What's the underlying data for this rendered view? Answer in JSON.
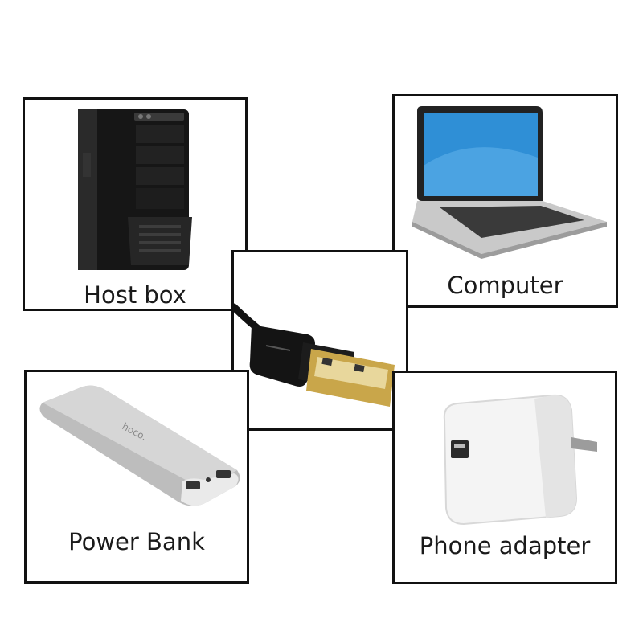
{
  "panels": {
    "host_box": {
      "label": "Host box",
      "icon": "desktop-tower-icon"
    },
    "computer": {
      "label": "Computer",
      "icon": "laptop-icon"
    },
    "usb_cable": {
      "icon": "usb-a-connector-icon"
    },
    "power_bank": {
      "label": "Power Bank",
      "icon": "power-bank-icon",
      "brand": "hoco."
    },
    "phone_adapter": {
      "label": "Phone adapter",
      "icon": "wall-charger-icon"
    }
  },
  "colors": {
    "frame": "#111111",
    "screen": "#2f8fd6",
    "usb_gold": "#c9a64a"
  }
}
